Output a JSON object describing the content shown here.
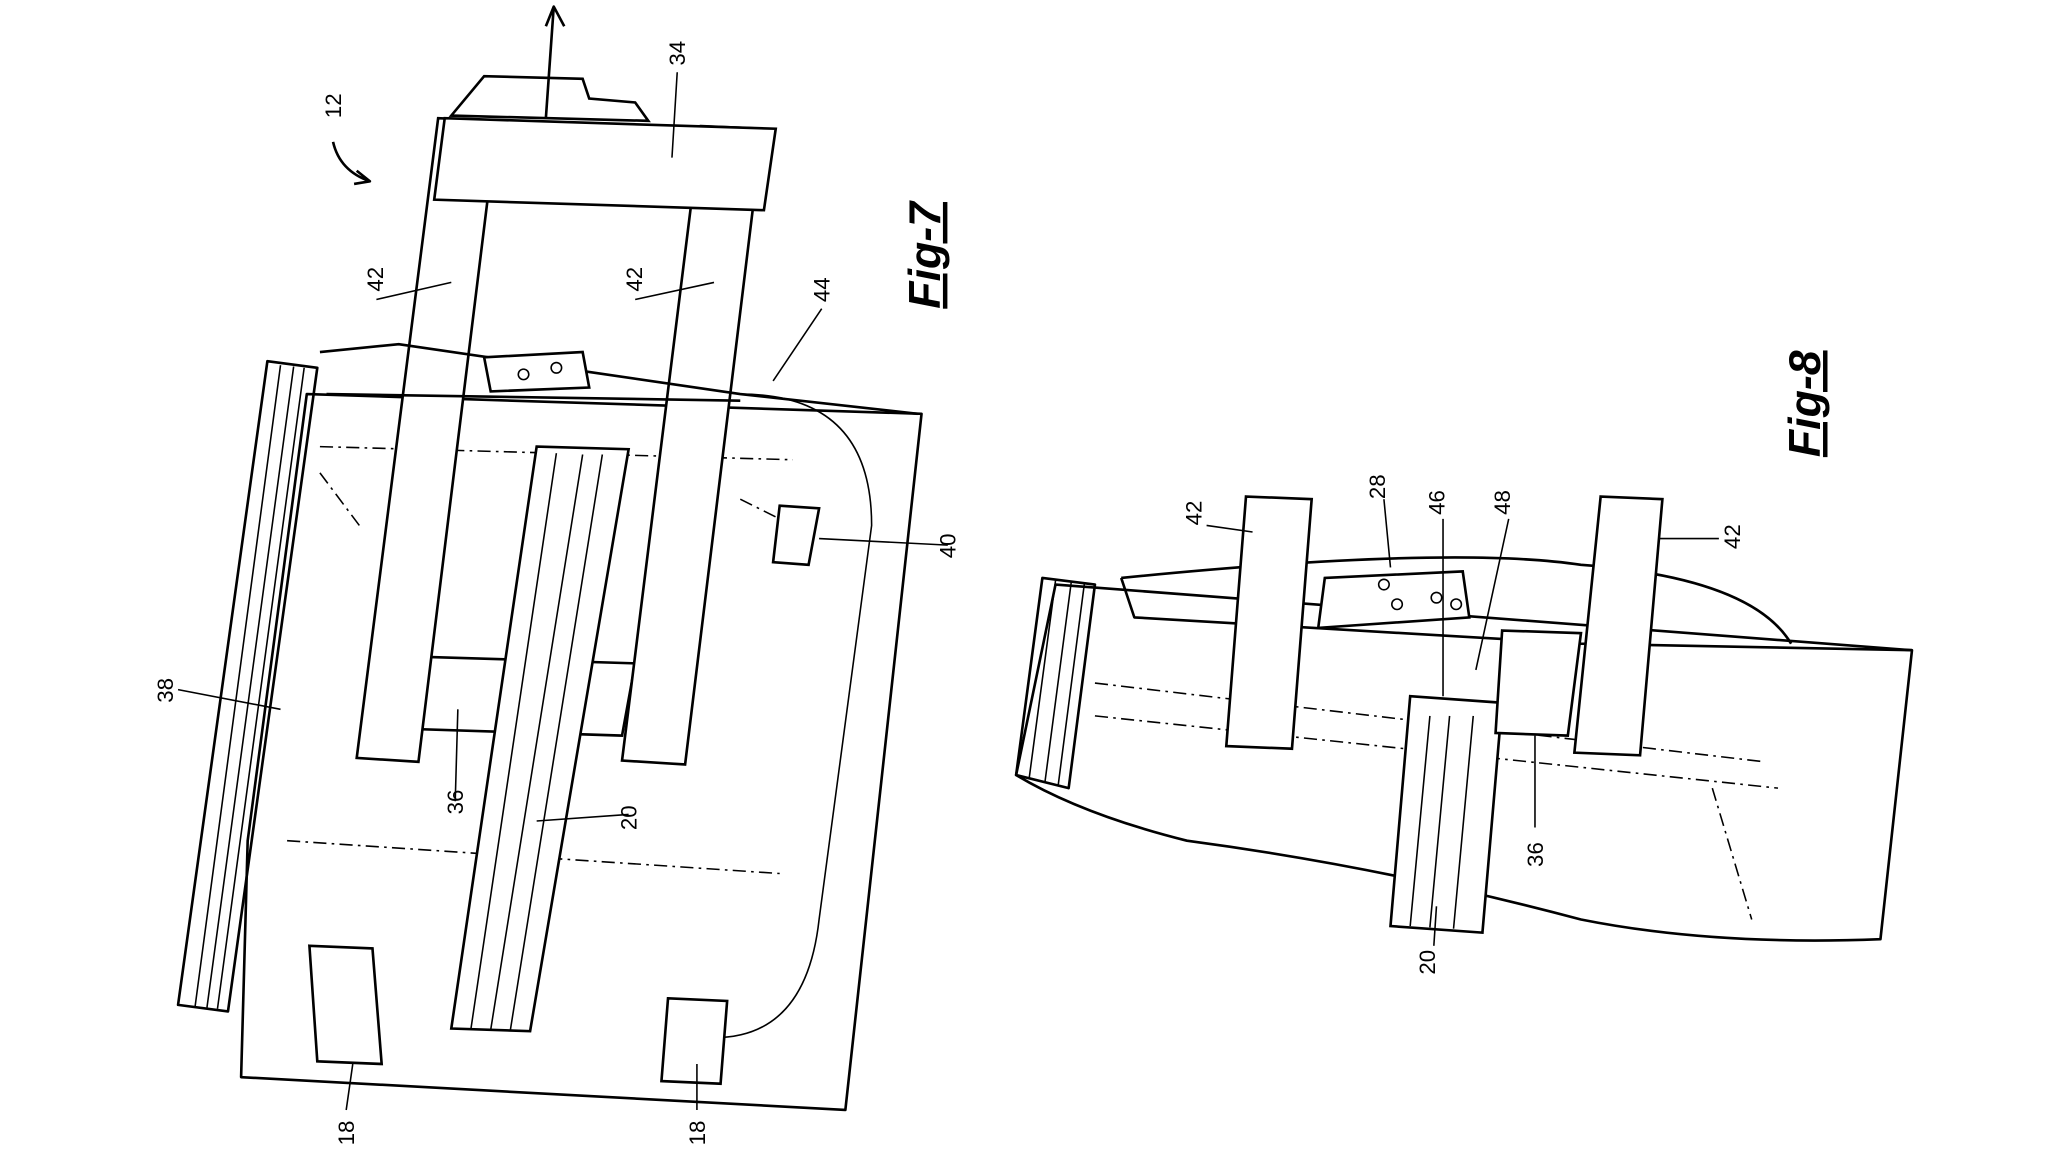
{
  "figure_7": {
    "title": "Fig-7",
    "labels": [
      "12",
      "34",
      "42",
      "42",
      "44",
      "40",
      "38",
      "36",
      "20",
      "18",
      "18"
    ]
  },
  "figure_8": {
    "title": "Fig-8",
    "labels": [
      "42",
      "28",
      "46",
      "48",
      "42",
      "36",
      "20"
    ]
  }
}
